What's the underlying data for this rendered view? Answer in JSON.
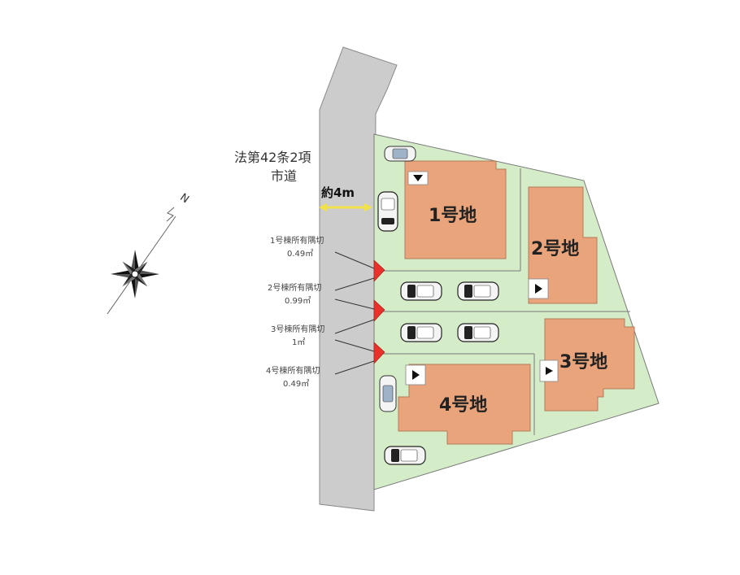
{
  "road": {
    "line1": "法第42条2項",
    "line2": "市道",
    "width": "約4m"
  },
  "lots": [
    {
      "label": "1号地"
    },
    {
      "label": "2号地"
    },
    {
      "label": "3号地"
    },
    {
      "label": "4号地"
    }
  ],
  "corner_cuts": [
    {
      "name": "1号棟所有隅切",
      "area": "0.49㎡"
    },
    {
      "name": "2号棟所有隅切",
      "area": "0.99㎡"
    },
    {
      "name": "3号棟所有隅切",
      "area": "1㎡"
    },
    {
      "name": "4号棟所有隅切",
      "area": "0.49㎡"
    }
  ],
  "compass": {
    "north": "N"
  },
  "colors": {
    "site": "#d4ecc8",
    "site_stroke": "#7a7a7a",
    "building": "#eaa47c",
    "road": "#cccccc",
    "road_stroke": "#8a8a8a",
    "width_arrow": "#f2e24a",
    "corner_flag": "#e8312a"
  }
}
